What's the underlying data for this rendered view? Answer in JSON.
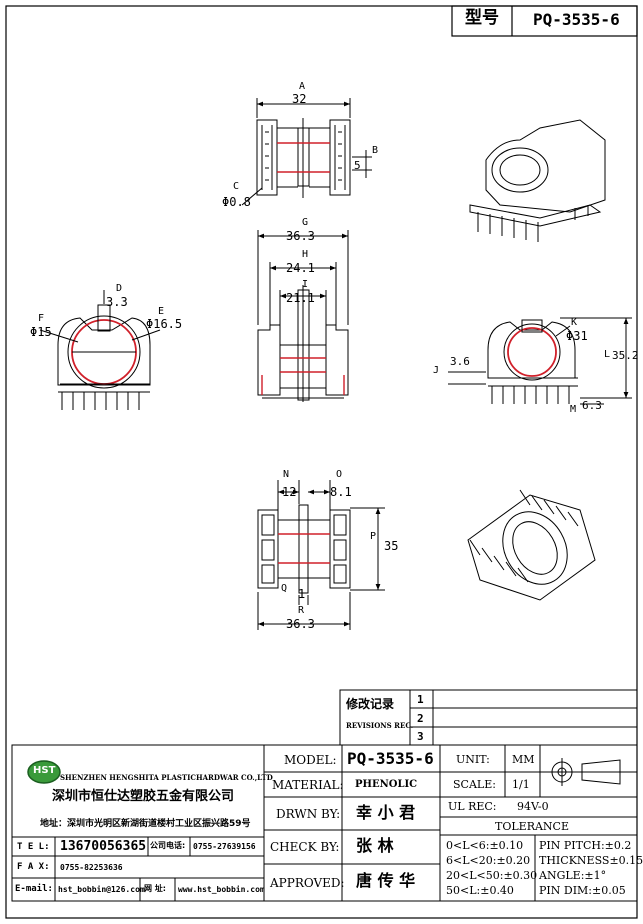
{
  "header": {
    "model_label": "型号",
    "model_value": "PQ-3535-6"
  },
  "dimensions": {
    "A": {
      "letter": "A",
      "value": "32"
    },
    "B": {
      "letter": "B",
      "value": "5"
    },
    "C": {
      "letter": "C",
      "value": "Φ0.8"
    },
    "D": {
      "letter": "D",
      "value": "3.3"
    },
    "E": {
      "letter": "E",
      "value": "Φ16.5"
    },
    "F": {
      "letter": "F",
      "value": "Φ15"
    },
    "G": {
      "letter": "G",
      "value": "36.3"
    },
    "H": {
      "letter": "H",
      "value": "24.1"
    },
    "I": {
      "letter": "I",
      "value": "21.1"
    },
    "J": {
      "letter": "J",
      "value": "3.6"
    },
    "K": {
      "letter": "K",
      "value": "Φ31"
    },
    "L": {
      "letter": "L",
      "value": "35.2"
    },
    "M": {
      "letter": "M",
      "value": "6.3"
    },
    "N": {
      "letter": "N",
      "value": "12"
    },
    "O": {
      "letter": "O",
      "value": "8.1"
    },
    "P": {
      "letter": "P",
      "value": "35"
    },
    "Q": {
      "letter": "Q",
      "value": "1"
    },
    "R": {
      "letter": "R",
      "value": "36.3"
    }
  },
  "revisions": {
    "title_cn": "修改记录",
    "title_en": "REVISIONS REC.",
    "marks": [
      "1",
      "2",
      "3"
    ]
  },
  "company": {
    "logo": "HST",
    "name_en": "SHENZHEN HENGSHITA PLASTICHARDWAR CO.,LTD",
    "name_cn": "深圳市恒仕达塑胶五金有限公司",
    "address": "地址：深圳市光明区新湖街道楼村工业区振兴路59号",
    "tel_label": "T E L:",
    "tel_value": "13670056365",
    "phone_label": "公司电话:",
    "phone_value": "0755-27639156",
    "fax_label": "F A X:",
    "fax_value": "0755-82253636",
    "email_label": "E-mail:",
    "email_value": "hst_bobbin@126.com",
    "web_label": "网 址:",
    "web_value": "www.hst_bobbin.com"
  },
  "title_block": {
    "model_label": "MODEL:",
    "model_value": "PQ-3535-6",
    "material_label": "MATERIAL:",
    "material_value": "PHENOLIC",
    "drawn_label": "DRWN BY:",
    "drawn_value": "幸 小 君",
    "check_label": "CHECK BY:",
    "check_value": "张  林",
    "approved_label": "APPROVED:",
    "approved_value": "唐 传 华",
    "unit_label": "UNIT:",
    "unit_value": "MM",
    "scale_label": "SCALE:",
    "scale_value": "1/1",
    "ul_label": "UL REC:",
    "ul_value": "94V-0",
    "tolerance_label": "TOLERANCE",
    "tol_1": "0<L<6:±0.10",
    "tol_2": "6<L<20:±0.20",
    "tol_3": "20<L<50:±0.30",
    "tol_4": "50<L:±0.40",
    "tol_5": "PIN PITCH:±0.2",
    "tol_6": "THICKNESS±0.15",
    "tol_7": "ANGLE:±1°",
    "tol_8": "PIN DIM:±0.05"
  }
}
